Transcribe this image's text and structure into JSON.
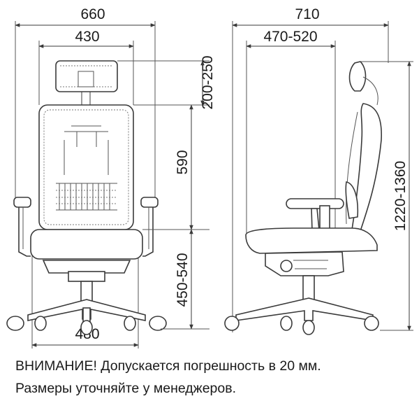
{
  "dimensions": {
    "overall_width": "660",
    "backrest_width": "430",
    "base_width": "480",
    "overall_depth": "710",
    "seat_depth": "470-520",
    "headrest_adjust": "200-250",
    "backrest_height": "590",
    "seat_height": "450-540",
    "overall_height": "1220-1360"
  },
  "notice": {
    "line1": "ВНИМАНИЕ! Допускается погрешность в 20 мм.",
    "line2": "Размеры уточняйте у менеджеров."
  }
}
